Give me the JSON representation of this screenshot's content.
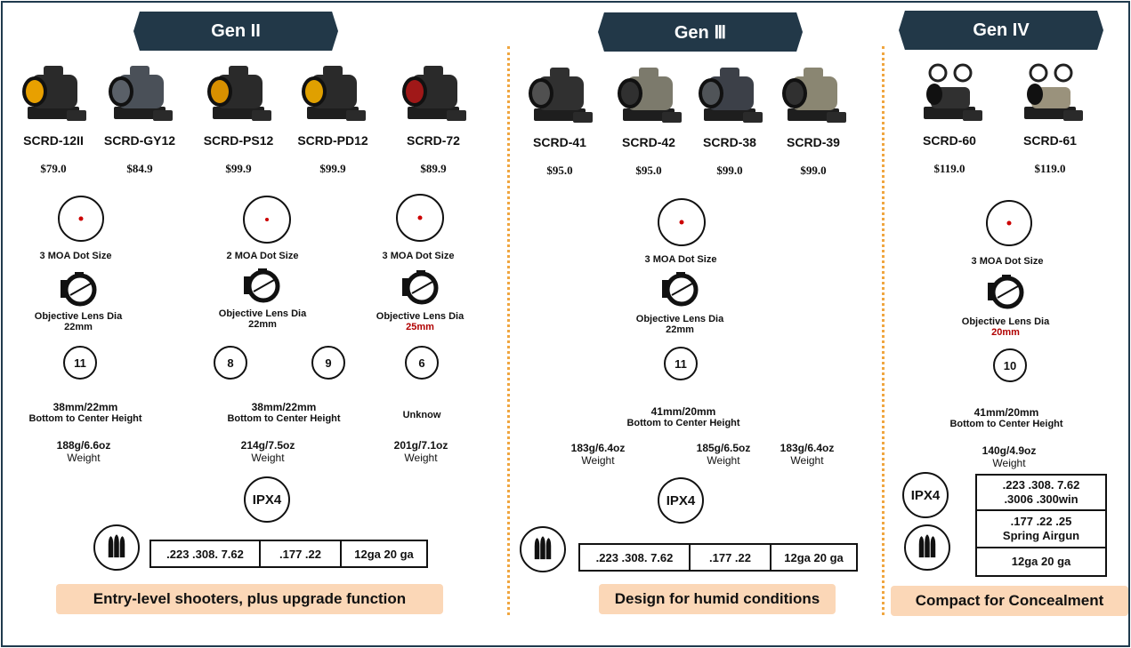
{
  "headers": {
    "gen2": "Gen II",
    "gen3": "Gen Ⅲ",
    "gen4": "Gen IV"
  },
  "products": [
    {
      "name": "SCRD-12II",
      "price": "79.0",
      "body_color": "#2a2a2a",
      "lens_color": "#e8a000"
    },
    {
      "name": "SCRD-GY12",
      "price": "84.9",
      "body_color": "#4a5058",
      "lens_color": "#5a6068"
    },
    {
      "name": "SCRD-PS12",
      "price": "99.9",
      "body_color": "#2a2a2a",
      "lens_color": "#d89000"
    },
    {
      "name": "SCRD-PD12",
      "price": "99.9",
      "body_color": "#2a2a2a",
      "lens_color": "#e0a000"
    },
    {
      "name": "SCRD-72",
      "price": "89.9",
      "body_color": "#2a2a2a",
      "lens_color": "#a01818"
    },
    {
      "name": "SCRD-41",
      "price": "95.0",
      "body_color": "#303030",
      "lens_color": "#505050"
    },
    {
      "name": "SCRD-42",
      "price": "95.0",
      "body_color": "#7c7a6c",
      "lens_color": "#303030"
    },
    {
      "name": "SCRD-38",
      "price": "99.0",
      "body_color": "#3c4048",
      "lens_color": "#505458"
    },
    {
      "name": "SCRD-39",
      "price": "99.0",
      "body_color": "#8a8672",
      "lens_color": "#303030"
    },
    {
      "name": "SCRD-60",
      "price": "119.0",
      "body_color": "#303030",
      "lens_color": "#303030"
    },
    {
      "name": "SCRD-61",
      "price": "119.0",
      "body_color": "#9a927c",
      "lens_color": "#303030"
    }
  ],
  "currency_symbol": "$",
  "dot_sizes": {
    "gen2_a": "3 MOA Dot Size",
    "gen2_b": "2 MOA Dot Size",
    "gen2_c": "3 MOA Dot Size",
    "gen3": "3 MOA Dot Size",
    "gen4": "3 MOA Dot Size"
  },
  "lens": {
    "label": "Objective Lens Dia",
    "gen2_a": "22mm",
    "gen2_b": "22mm",
    "gen2_c": "25mm",
    "gen3": "22mm",
    "gen4": "20mm"
  },
  "brightness": {
    "gen2_a": "11",
    "gen2_b": "8",
    "gen2_c": "9",
    "gen2_d": "6",
    "gen3": "11",
    "gen4": "10"
  },
  "height": {
    "label": "Bottom to Center Height",
    "gen2_a": "38mm/22mm",
    "gen2_b": "38mm/22mm",
    "gen2_c": "Unknow",
    "gen3": "41mm/20mm",
    "gen4": "41mm/20mm"
  },
  "weight": {
    "label": "Weight",
    "gen2_a": "188g/6.6oz",
    "gen2_b": "214g/7.5oz",
    "gen2_c": "201g/7.1oz",
    "gen3_a": "183g/6.4oz",
    "gen3_b": "185g/6.5oz",
    "gen3_c": "183g/6.4oz",
    "gen4": "140g/4.9oz"
  },
  "ipx": "IPX4",
  "calibers_row": [
    ".223 .308. 7.62",
    ".177 .22",
    "12ga 20 ga"
  ],
  "calibers_gen4": {
    "c1_line1": ".223 .308. 7.62",
    "c1_line2": ".3006 .300win",
    "c2_line1": ".177 .22 .25",
    "c2_line2": "Spring Airgun",
    "c3": "12ga 20 ga"
  },
  "banners": {
    "gen2": "Entry-level shooters, plus upgrade function",
    "gen3": "Design for humid conditions",
    "gen4": "Compact for Concealment"
  },
  "colors": {
    "header_bg": "#223848",
    "divider": "#f0a640",
    "banner_bg": "#fbd7b7",
    "accent_red": "#b00000",
    "dot_red": "#cc0000"
  }
}
